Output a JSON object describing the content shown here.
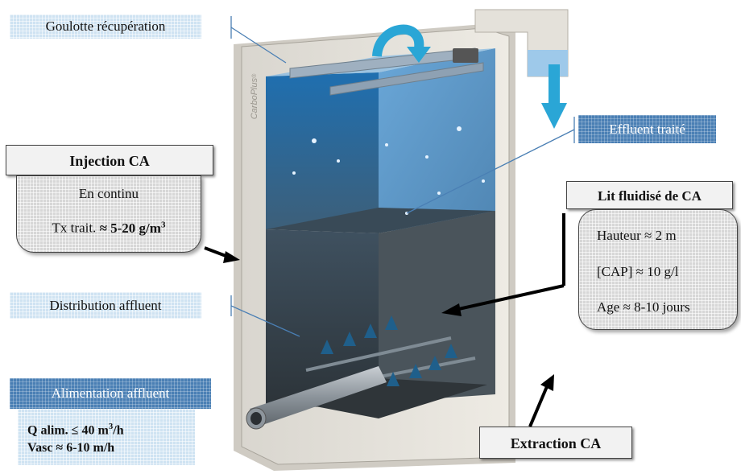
{
  "labels": {
    "goulotte": "Goulotte récupération",
    "effluent": "Effluent traité",
    "distribution": "Distribution affluent",
    "alimentation": "Alimentation affluent",
    "extraction": "Extraction CA"
  },
  "injection": {
    "title": "Injection CA",
    "line1": "En continu",
    "line2_prefix": "Tx trait. ",
    "line2_value": "≈ 5-20 g/m",
    "line2_sup": "3"
  },
  "lit": {
    "title": "Lit fluidisé de CA",
    "hauteur": "Hauteur ≈ 2 m",
    "cap": "[CAP] ≈ 10 g/l",
    "age": "Age ≈ 8-10 jours"
  },
  "alim_values": {
    "q_prefix": "Q alim. ≤ 40 m",
    "q_sup": "3",
    "q_suffix": "/h",
    "vasc": "Vasc ≈ 6-10 m/h"
  },
  "tank": {
    "brand": "CarboPlus",
    "brand_mark": "®"
  },
  "colors": {
    "label_blue": "#4a7fb4",
    "label_light": "#cfe3f2",
    "water_top": "#2f75b5",
    "bed": "#3e4a52"
  }
}
